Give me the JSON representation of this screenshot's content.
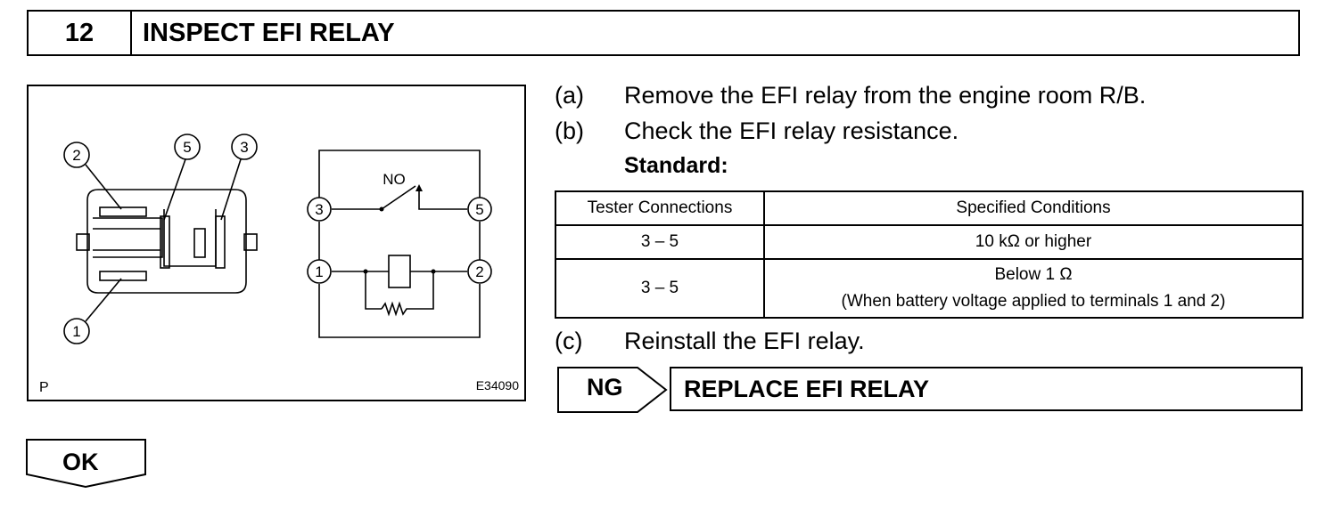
{
  "header": {
    "step_number": "12",
    "title": "INSPECT EFI RELAY"
  },
  "figure": {
    "corner_label": "P",
    "figure_code": "E34090",
    "connector_pins": [
      "2",
      "5",
      "3",
      "1"
    ],
    "schematic": {
      "switch_label": "NO",
      "terminals": [
        "3",
        "5",
        "1",
        "2"
      ]
    }
  },
  "instructions": [
    {
      "label": "(a)",
      "text": "Remove the EFI relay from the engine room R/B."
    },
    {
      "label": "(b)",
      "text": "Check the EFI relay resistance."
    }
  ],
  "standard_label": "Standard:",
  "table": {
    "headers": [
      "Tester Connections",
      "Specified Conditions"
    ],
    "rows": [
      {
        "connection": "3 – 5",
        "condition": "10 kΩ or higher",
        "note": ""
      },
      {
        "connection": "3 – 5",
        "condition": "Below 1 Ω",
        "note": "(When battery voltage applied to terminals 1 and 2)"
      }
    ]
  },
  "instruction_c": {
    "label": "(c)",
    "text": "Reinstall the EFI relay."
  },
  "ng": {
    "label": "NG",
    "result": "REPLACE EFI RELAY"
  },
  "ok": {
    "label": "OK"
  }
}
